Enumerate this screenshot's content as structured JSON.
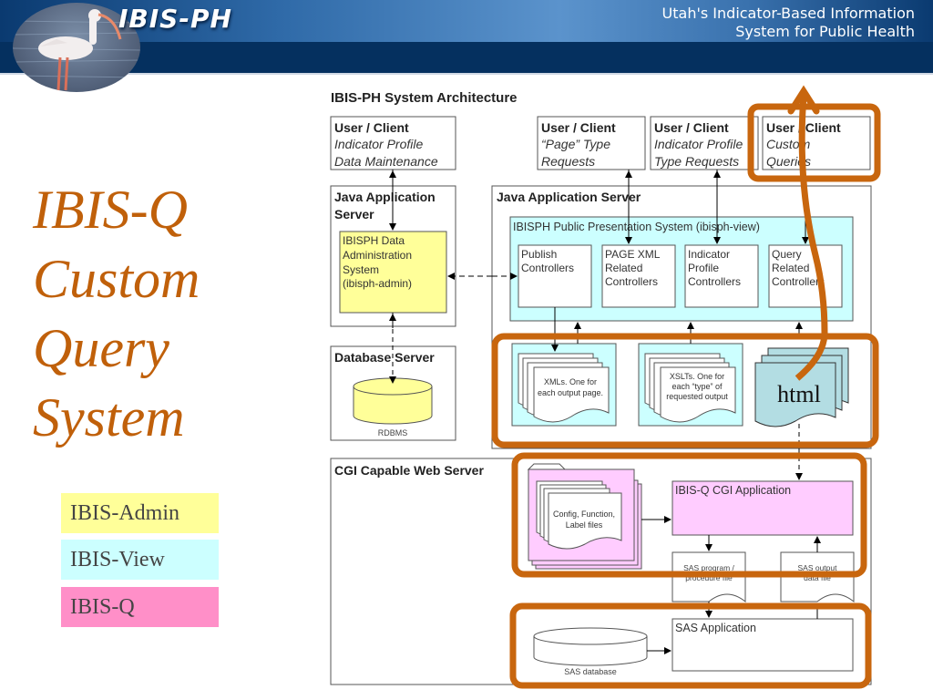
{
  "header": {
    "brand": "IBIS-PH",
    "subtitle_line1": "Utah's Indicator-Based Information",
    "subtitle_line2": "System for Public Health",
    "logo": "ibis-bird-photo"
  },
  "slide": {
    "title_lines": [
      "IBIS-Q",
      "Custom",
      "Query",
      "System"
    ],
    "title_color": "#c0600a"
  },
  "legend": [
    {
      "label": "IBIS-Admin",
      "color": "#ffff99"
    },
    {
      "label": "IBIS-View",
      "color": "#ccffff"
    },
    {
      "label": "IBIS-Q",
      "color": "#ff8fc8"
    }
  ],
  "diagram": {
    "title": "IBIS-PH System Architecture",
    "clients": [
      {
        "title": "User / Client",
        "line1": "Indicator Profile",
        "line2": "Data Maintenance"
      },
      {
        "title": "User / Client",
        "line1": "“Page” Type",
        "line2": "Requests"
      },
      {
        "title": "User / Client",
        "line1": "Indicator Profile",
        "line2": "Type Requests"
      },
      {
        "title": "User / Client",
        "line1": "Custom",
        "line2": "Queries"
      }
    ],
    "java_server_left": {
      "line1": "Java Application",
      "line2": "Server"
    },
    "admin_system": {
      "lines": [
        "IBISPH Data",
        "Administration",
        "System",
        "(ibisph-admin)"
      ]
    },
    "database_server": {
      "title": "Database Server",
      "db_label": "RDBMS"
    },
    "java_server_right": {
      "title": "Java Application Server"
    },
    "view_system": {
      "title": "IBISPH Public Presentation System (ibisph-view)"
    },
    "controllers": [
      {
        "lines": [
          "Publish",
          "Controllers"
        ]
      },
      {
        "lines": [
          "PAGE XML",
          "Related",
          "Controllers"
        ]
      },
      {
        "lines": [
          "Indicator",
          "Profile",
          "Controllers"
        ]
      },
      {
        "lines": [
          "Query",
          "Related",
          "Controllers"
        ]
      }
    ],
    "docs": {
      "xml": [
        "XMLs.  One for",
        "each output page."
      ],
      "xslt": [
        "XSLTs.  One for",
        "each “type” of",
        "requested output"
      ],
      "html": "html"
    },
    "cgi_server": {
      "title": "CGI Capable Web Server"
    },
    "config_files": [
      "Config, Function,",
      "Label files"
    ],
    "cgi_app": "IBIS-Q CGI Application",
    "sas_program": [
      "SAS program /",
      "procedure file"
    ],
    "sas_output": [
      "SAS output",
      "data file"
    ],
    "sas_app": "SAS Application",
    "sas_db": "SAS database",
    "highlight_color": "#c8660e"
  }
}
